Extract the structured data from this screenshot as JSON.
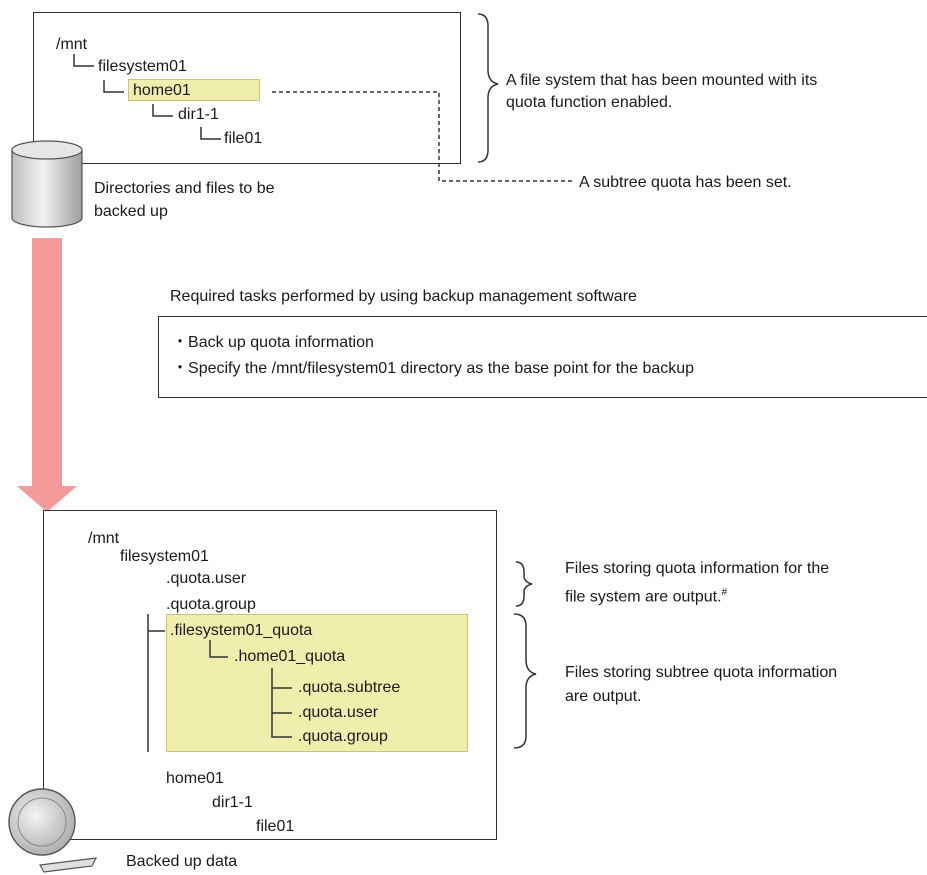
{
  "source_tree": {
    "root": "/mnt",
    "filesystem": "filesystem01",
    "subtree_dir": "home01",
    "sub_dir": "dir1-1",
    "file": "file01",
    "caption_line1": "Directories and files to be",
    "caption_line2": "backed up"
  },
  "annotations": {
    "mounted_line1": "A file system that has been mounted with its",
    "mounted_line2": "quota function enabled.",
    "subtree_set": "A subtree quota has been set."
  },
  "tasks": {
    "heading": "Required tasks performed by using backup management software",
    "items": [
      "Back up quota information",
      "Specify the /mnt/filesystem01 directory as the base point for the backup"
    ],
    "bullet": "・"
  },
  "backup_tree": {
    "root": "/mnt",
    "filesystem": "filesystem01",
    "fs_quota_user": ".quota.user",
    "fs_quota_group": ".quota.group",
    "fs_quota_dir": ".filesystem01_quota",
    "home_quota_dir": ".home01_quota",
    "subtree_quota_subtree": ".quota.subtree",
    "subtree_quota_user": ".quota.user",
    "subtree_quota_group": ".quota.group",
    "home": "home01",
    "sub_dir": "dir1-1",
    "file": "file01",
    "caption": "Backed up data"
  },
  "backup_notes": {
    "fs_line1": "Files storing quota information for the",
    "fs_line2": "file system are output.",
    "fs_footnote_mark": "#",
    "subtree_line1": "Files storing subtree quota information",
    "subtree_line2": "are output."
  },
  "colors": {
    "highlight": "#f0eead",
    "arrow": "#f59a9a",
    "line": "#333333"
  }
}
